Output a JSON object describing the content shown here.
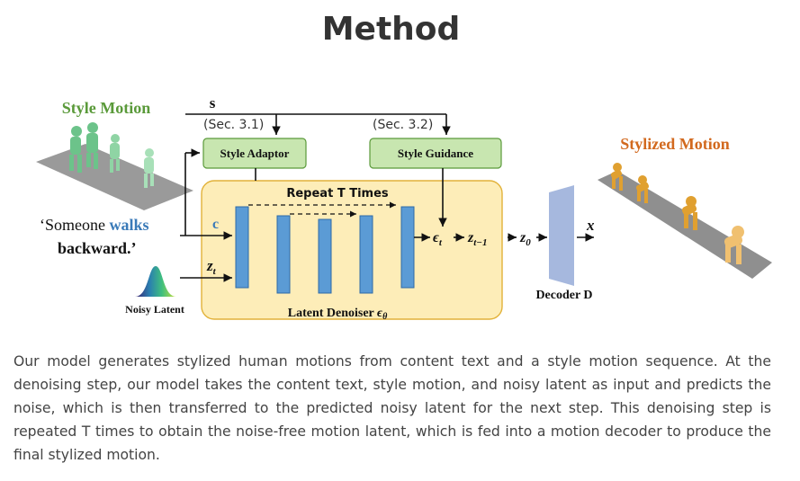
{
  "page": {
    "title": "Method",
    "description": "Our model generates stylized human motions from content text and a style motion sequence. At the denoising step, our model takes the content text, style motion, and noisy latent as input and predicts the noise, which is then transferred to the predicted noisy latent for the next step. This denoising step is repeated T times to obtain the noise-free motion latent, which is fed into a motion decoder to produce the final stylized motion."
  },
  "diagram": {
    "style_motion_label": "Style Motion",
    "s_symbol": "s",
    "sec31": "(Sec. 3.1)",
    "sec32": "(Sec. 3.2)",
    "style_adaptor": "Style Adaptor",
    "style_guidance": "Style Guidance",
    "stylized_motion_label": "Stylized Motion",
    "repeat_label": "Repeat T Times",
    "text_prompt": {
      "open_quote": "‘Someone ",
      "verb": "walks",
      "rest": "backward.’"
    },
    "c_symbol": "c",
    "z_t": "z",
    "z_t_sub": "t",
    "noisy_latent": "Noisy Latent",
    "latent_denoiser": "Latent Denoiser ",
    "latent_denoiser_sym": "ϵ",
    "latent_denoiser_sub": "θ",
    "epsilon_t": "ϵ",
    "epsilon_t_sub": "t",
    "z_t_minus_1": "z",
    "z_t_minus_1_sub": "t−1",
    "z_0": "z",
    "z_0_sub": "0",
    "x_symbol": "x",
    "decoder": "Decoder D",
    "colors": {
      "style_motion": "#5a9a3a",
      "stylized_motion": "#d2691e",
      "walks": "#3a7ab8",
      "c": "#3a7ab8",
      "green_box": "#c8e6b0",
      "denoiser_bg": "#fdedb8",
      "denoiser_border": "#e2b23a",
      "bar": "#5b9bd5",
      "decoder": "#a6b8de"
    }
  }
}
